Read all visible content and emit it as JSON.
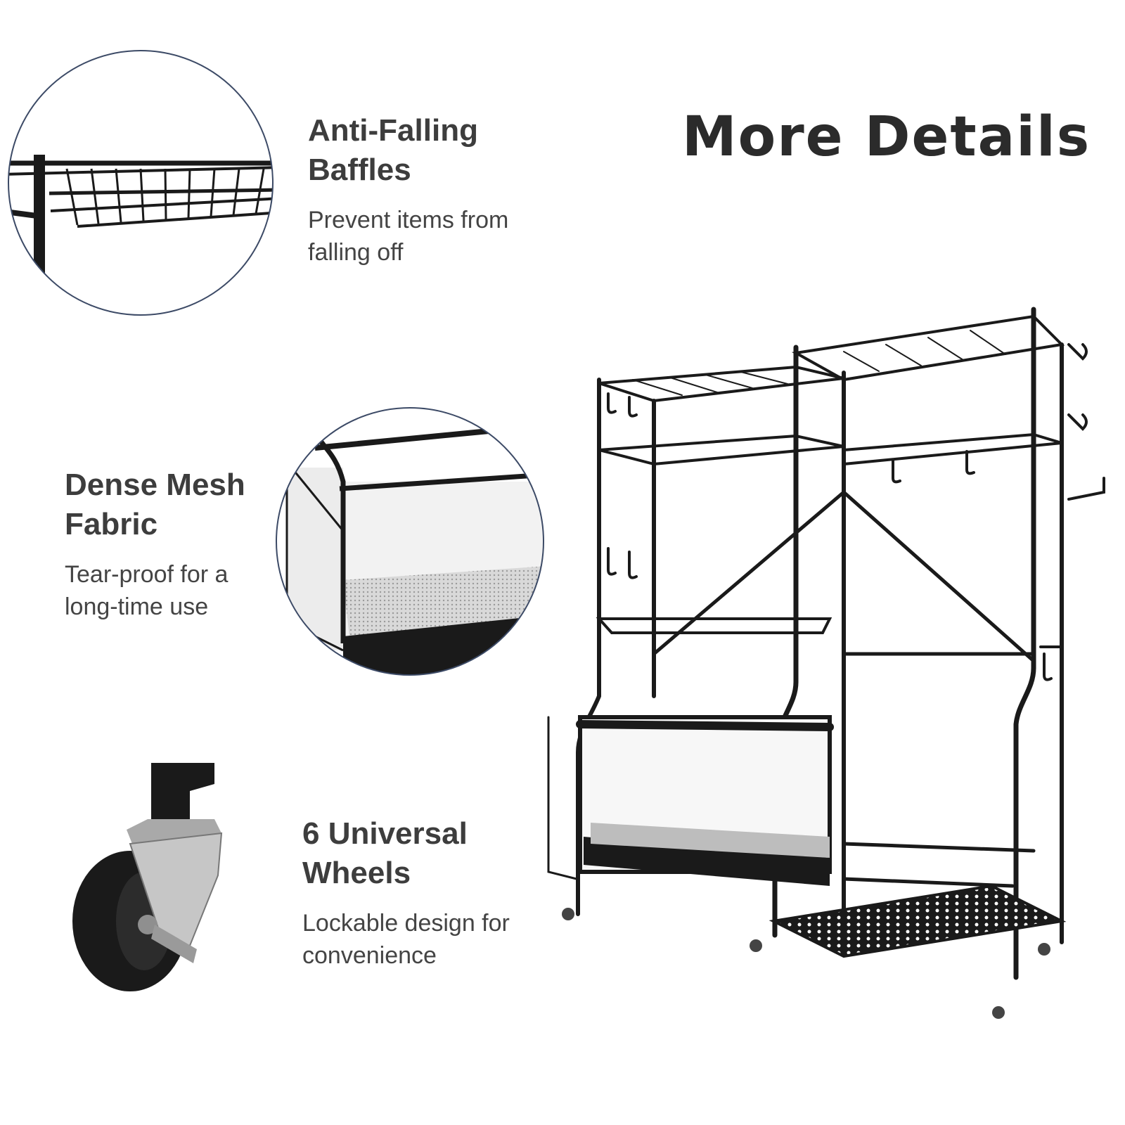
{
  "header": {
    "title": "More Details"
  },
  "features": [
    {
      "title": [
        "Anti-Falling",
        "Baffles"
      ],
      "desc": [
        "Prevent items from",
        "falling off"
      ],
      "icon": "wire-basket-shelf-closeup"
    },
    {
      "title": [
        "Dense Mesh",
        "Fabric"
      ],
      "desc": [
        "Tear-proof for a",
        "long-time use"
      ],
      "icon": "mesh-hamper-closeup"
    },
    {
      "title": [
        "6 Universal",
        "Wheels"
      ],
      "desc": [
        "Lockable design for",
        "convenience"
      ],
      "icon": "caster-wheel"
    }
  ],
  "product": {
    "name": "rolling-storage-rack"
  },
  "colors": {
    "frame": "#1a1a1a",
    "circle-outline": "#3c4a66",
    "title": "#2b2b2b",
    "text": "#3d3d3d"
  }
}
